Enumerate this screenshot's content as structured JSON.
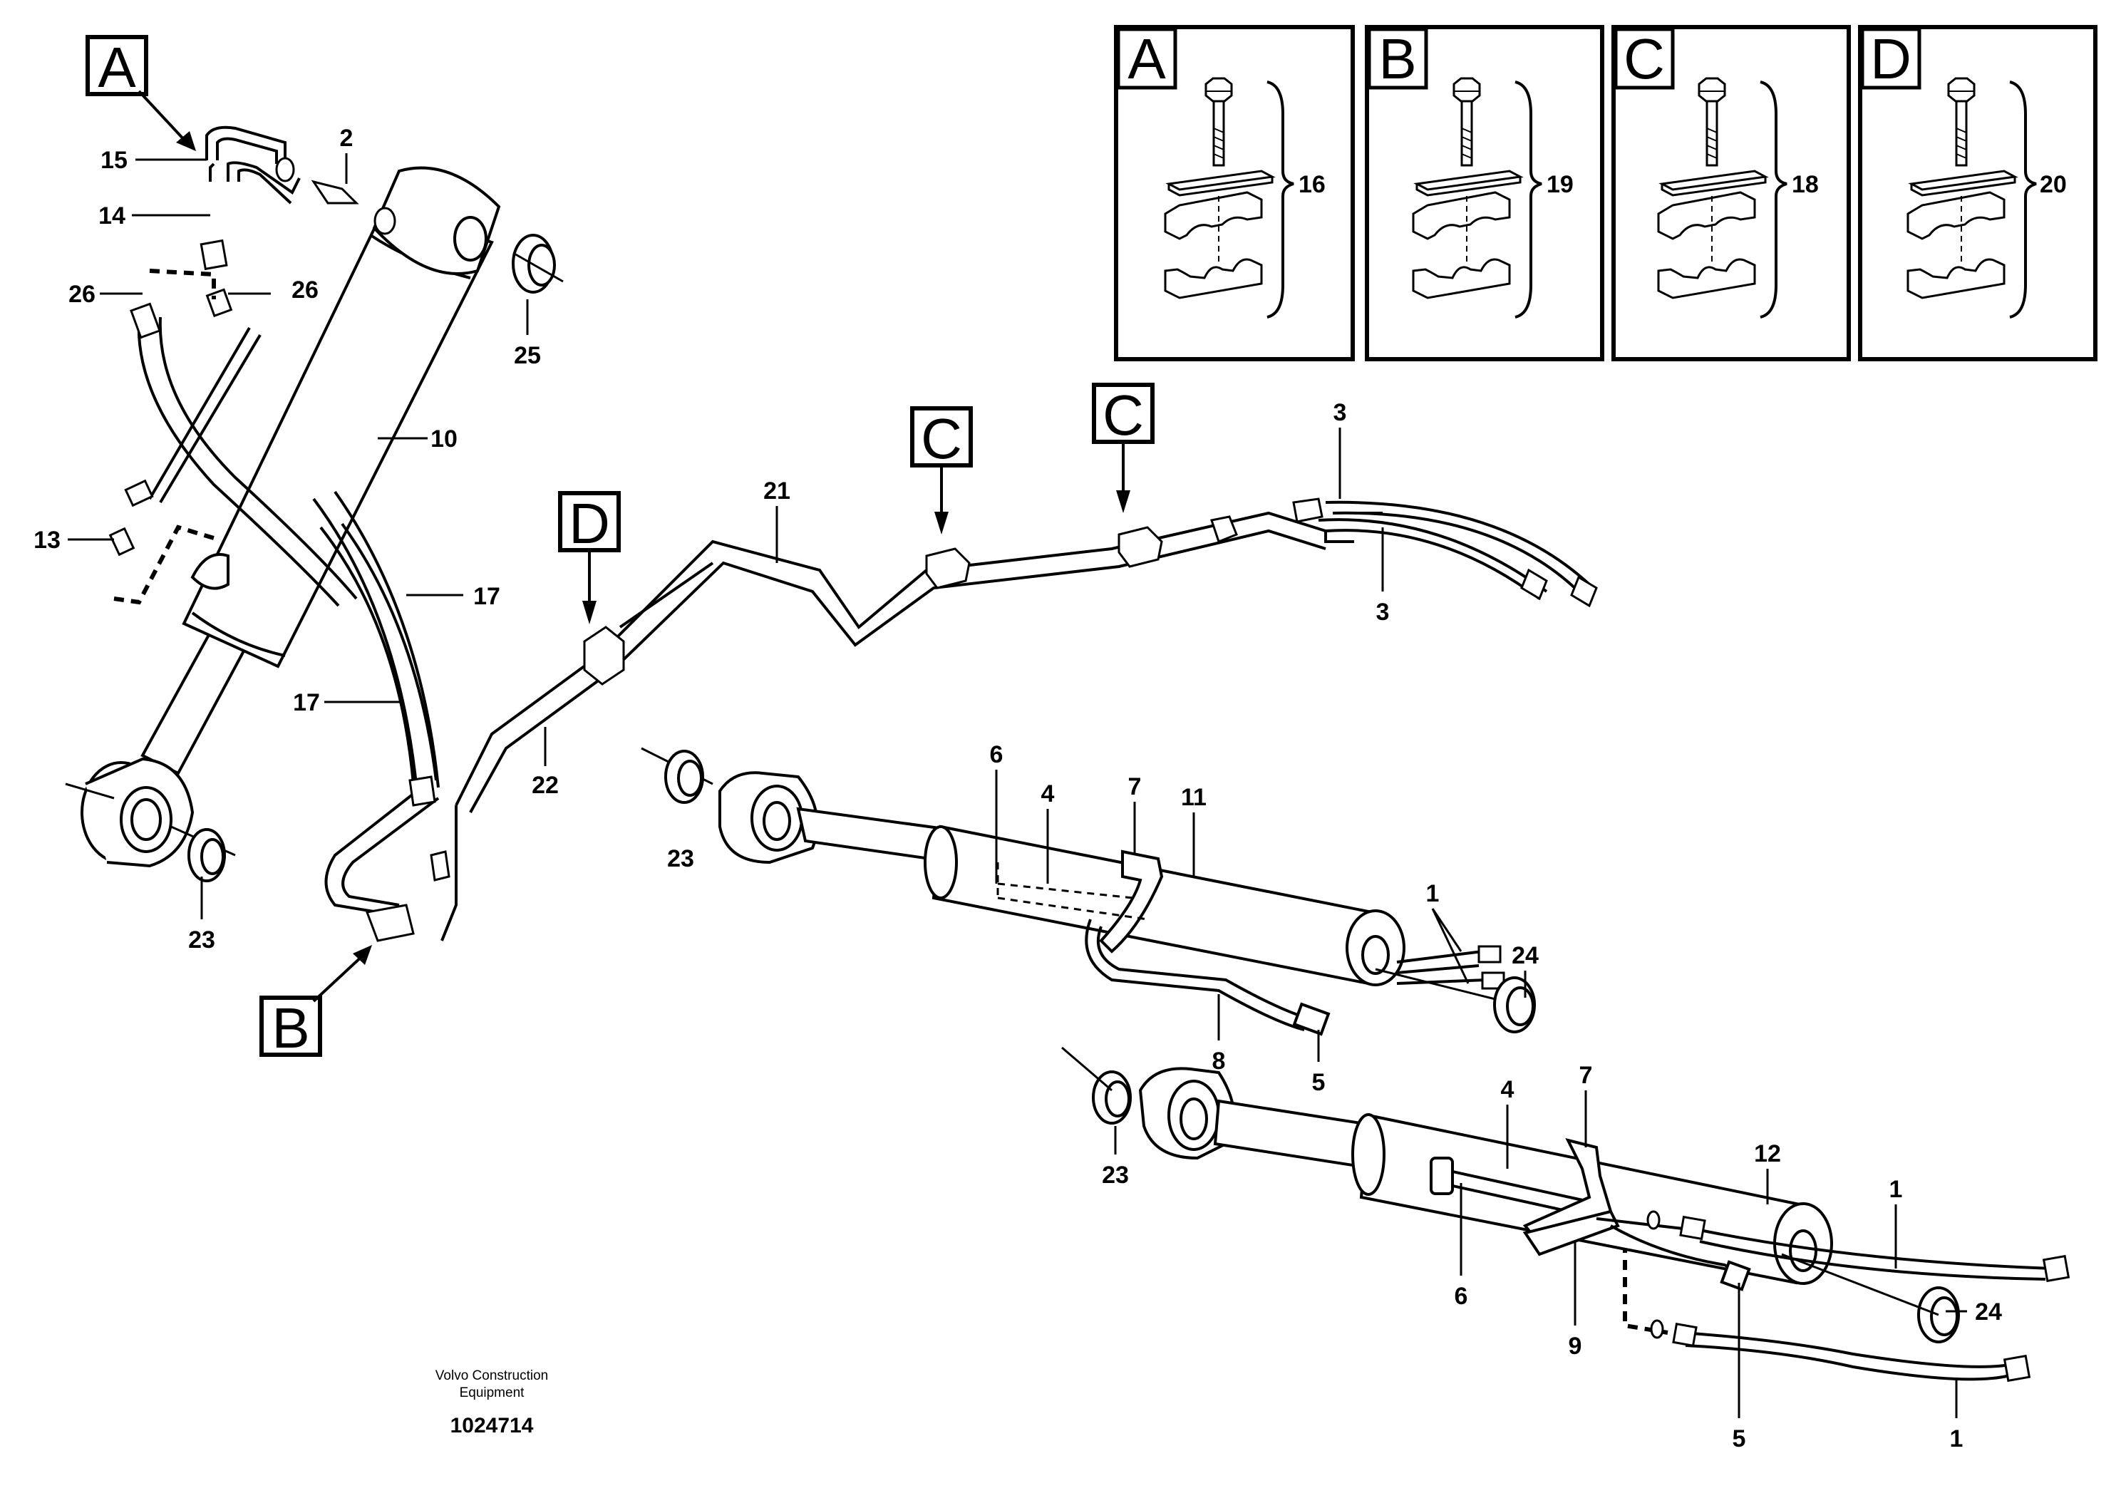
{
  "labels": {
    "c15": "15",
    "c14": "14",
    "c2": "2",
    "c26a": "26",
    "c26b": "26",
    "c25": "25",
    "c10": "10",
    "c13": "13",
    "c17a": "17",
    "c17b": "17",
    "c23a": "23",
    "c22": "22",
    "c21": "21",
    "c3a": "3",
    "c3b": "3",
    "c6a": "6",
    "c4a": "4",
    "c7a": "7",
    "c11": "11",
    "c1a": "1",
    "c24a": "24",
    "c8": "8",
    "c5a": "5",
    "c23b": "23",
    "c23c": "23",
    "c4b": "4",
    "c7b": "7",
    "c12": "12",
    "c1b": "1",
    "c6b": "6",
    "c24b": "24",
    "c9": "9",
    "c5b": "5",
    "c1c": "1"
  },
  "callout_boxes": {
    "a": "A",
    "b": "B",
    "c1": "C",
    "c2": "C",
    "d": "D"
  },
  "detail_panels": [
    {
      "letter": "A",
      "number": "16"
    },
    {
      "letter": "B",
      "number": "19"
    },
    {
      "letter": "C",
      "number": "18"
    },
    {
      "letter": "D",
      "number": "20"
    }
  ],
  "footer": {
    "company_line1": "Volvo Construction",
    "company_line2": "Equipment",
    "drawing_number": "1024714"
  }
}
